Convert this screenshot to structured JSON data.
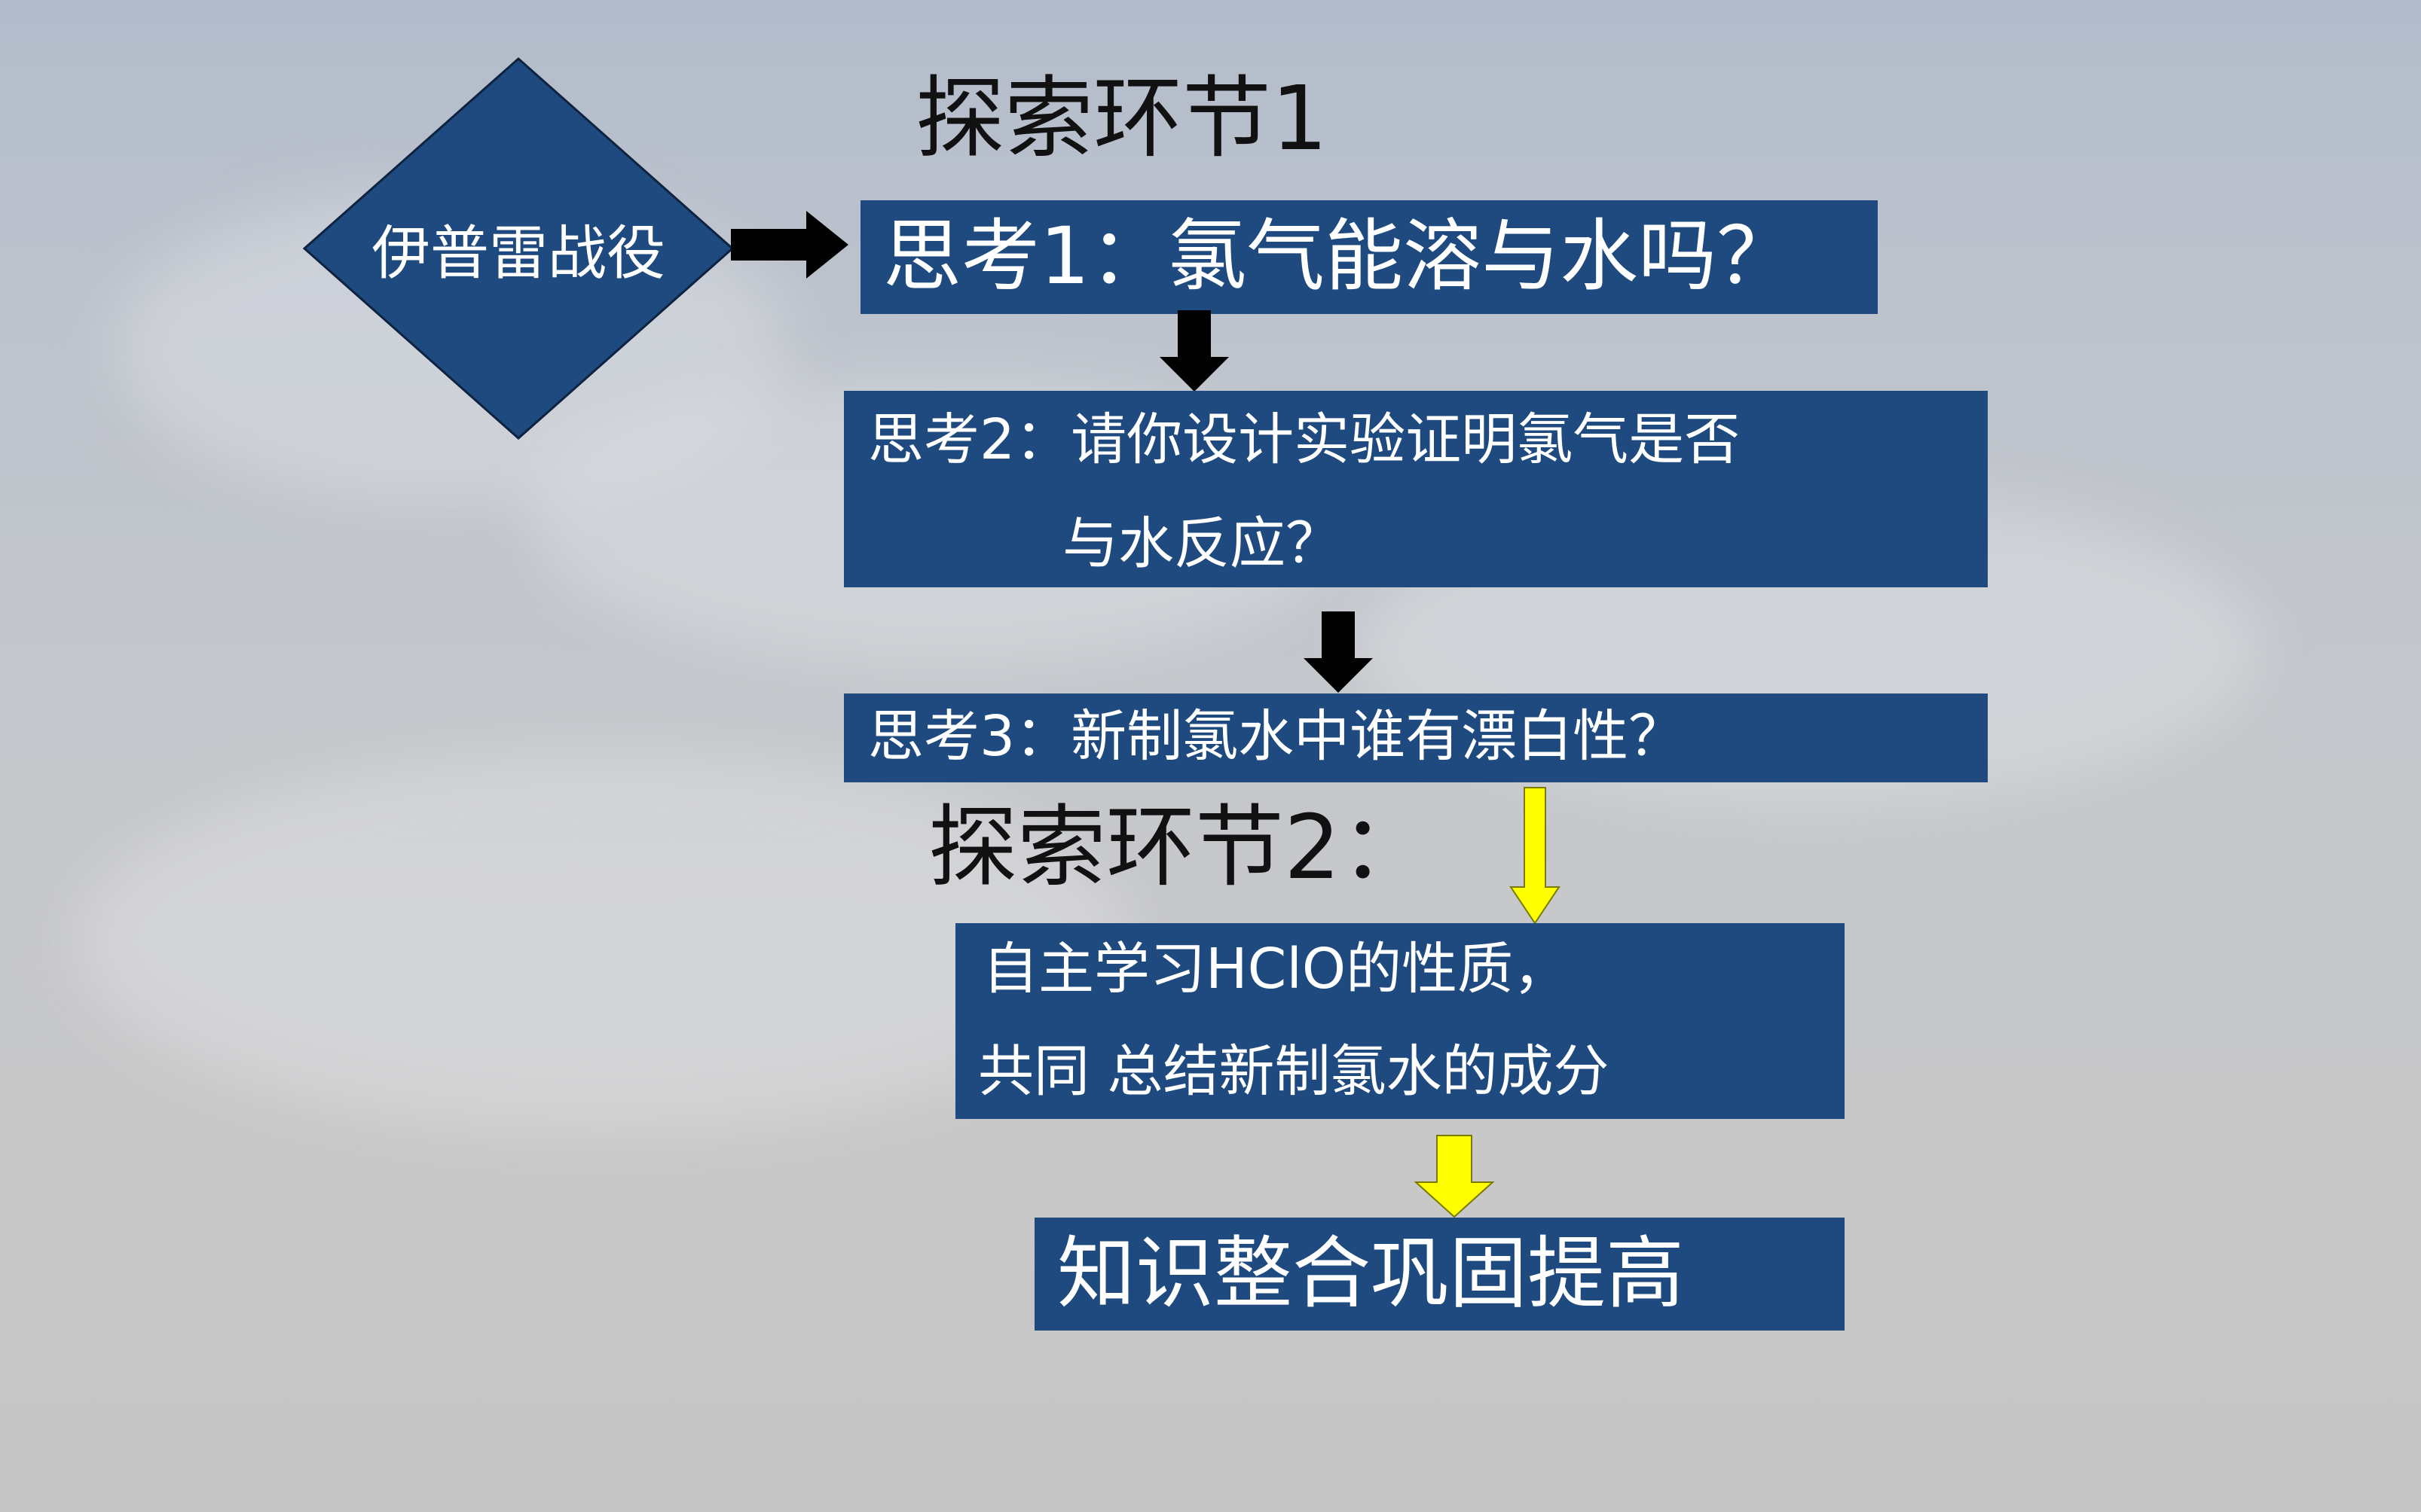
{
  "start": {
    "label": "伊普雷战役"
  },
  "section1": {
    "title": "探索环节1"
  },
  "q1": {
    "text": "思考1：氯气能溶与水吗？"
  },
  "q2": {
    "line1": "思考2：请你设计实验证明氯气是否",
    "line2": "与水反应？"
  },
  "q3": {
    "text": "思考3：新制氯水中谁有漂白性？"
  },
  "section2": {
    "title": "探索环节2："
  },
  "study": {
    "line1": "自主学习HClO的性质，",
    "line2": "共同 总结新制氯水的成分"
  },
  "final": {
    "text": "知识整合巩固提高"
  },
  "colors": {
    "box": "#1f4a7f",
    "arrow_dark": "#000000",
    "arrow_highlight": "#ffff00",
    "text_on_box": "#ffffff"
  }
}
